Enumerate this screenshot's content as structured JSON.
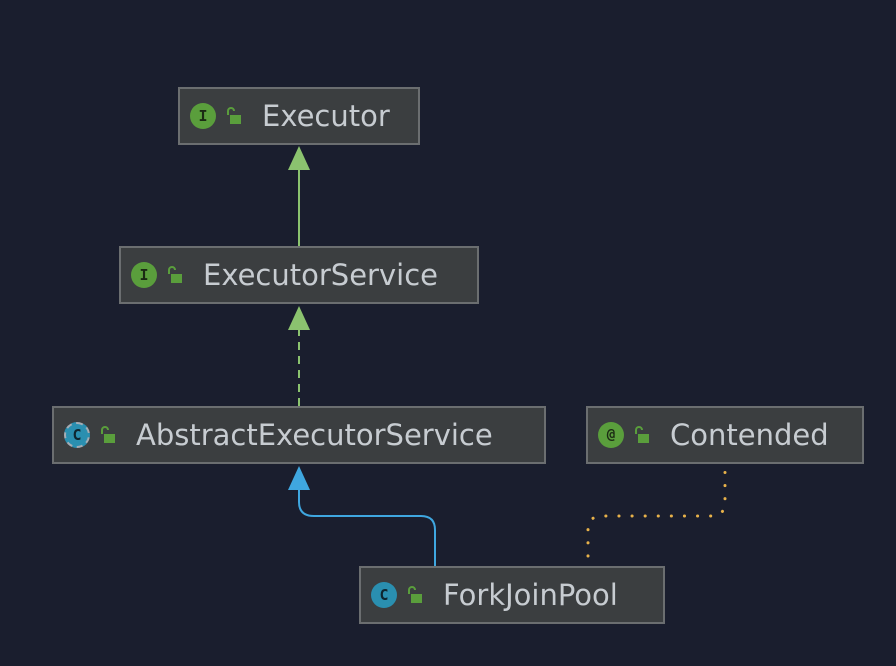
{
  "colors": {
    "background": "#1a1e2e",
    "node_fill": "#3b3e40",
    "node_border": "#6b6e70",
    "text": "#c7ccd1",
    "interface_edge": "#8bc36f",
    "extends_edge": "#3fa7e0",
    "annotation_edge": "#e8b24a"
  },
  "nodes": {
    "executor": {
      "label": "Executor",
      "kind_icon": "interface-icon",
      "kind_glyph": "I"
    },
    "executor_service": {
      "label": "ExecutorService",
      "kind_icon": "interface-icon",
      "kind_glyph": "I"
    },
    "abstract_executor_service": {
      "label": "AbstractExecutorService",
      "kind_icon": "abstract-class-icon",
      "kind_glyph": "C"
    },
    "contended": {
      "label": "Contended",
      "kind_icon": "annotation-icon",
      "kind_glyph": "@"
    },
    "fork_join_pool": {
      "label": "ForkJoinPool",
      "kind_icon": "class-icon",
      "kind_glyph": "C"
    }
  },
  "edges": [
    {
      "from": "executor_service",
      "to": "executor",
      "relation": "extends",
      "style": "solid"
    },
    {
      "from": "abstract_executor_service",
      "to": "executor_service",
      "relation": "implements",
      "style": "dashed"
    },
    {
      "from": "fork_join_pool",
      "to": "abstract_executor_service",
      "relation": "extends",
      "style": "solid"
    },
    {
      "from": "fork_join_pool",
      "to": "contended",
      "relation": "annotated-by",
      "style": "dotted"
    }
  ]
}
